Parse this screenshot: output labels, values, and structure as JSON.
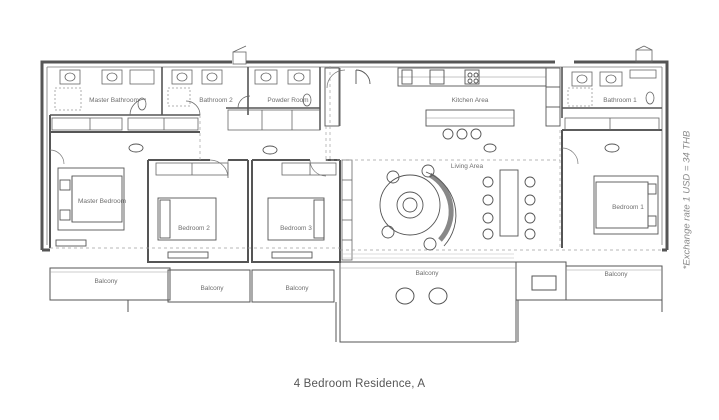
{
  "caption": "4 Bedroom Residence, A",
  "note": "*Exchange rate 1 USD = 34 THB",
  "rooms": {
    "master_bathroom": "Master Bathroom",
    "bathroom_2": "Bathroom 2",
    "powder_room": "Powder Room",
    "kitchen_area": "Kitchen Area",
    "bathroom_1": "Bathroom 1",
    "master_bedroom": "Master Bedroom",
    "bedroom_2": "Bedroom 2",
    "bedroom_3": "Bedroom 3",
    "living_area": "Living Area",
    "bedroom_1": "Bedroom 1",
    "balcony_1": "Balcony",
    "balcony_2": "Balcony",
    "balcony_3": "Balcony",
    "balcony_4": "Balcony",
    "balcony_5": "Balcony"
  },
  "colors": {
    "wall": "#4a4a4a",
    "line": "#6a6a6a",
    "dash": "#9a9a9a",
    "text": "#6e6e6e"
  }
}
